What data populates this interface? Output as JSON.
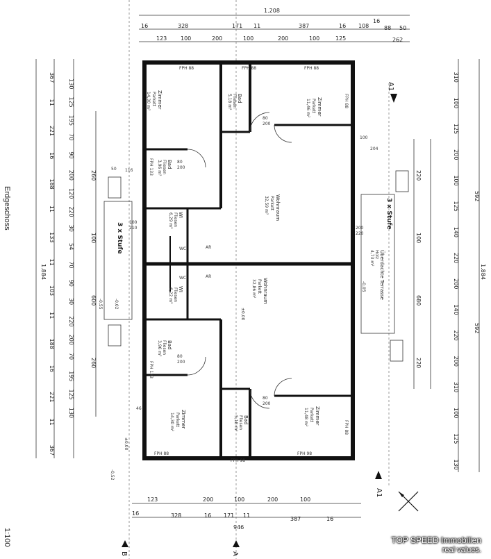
{
  "floor": {
    "name": "Erdgeschoss",
    "scale": "1:100"
  },
  "brand": {
    "line1": "TOP SPEED Immobilien",
    "line2": "real values."
  },
  "dims": {
    "top_total": "1.208",
    "top_row1": [
      "16",
      "328",
      "171",
      "11",
      "387",
      "16",
      "108",
      "16",
      "88",
      "50"
    ],
    "top_row2": [
      "123",
      "100",
      "200",
      "100",
      "200",
      "100",
      "125",
      "262"
    ],
    "bottom_row1": [
      "123",
      "200",
      "100",
      "200",
      "100"
    ],
    "bottom_row2": [
      "16",
      "328",
      "16",
      "171",
      "11",
      "387",
      "16"
    ],
    "bottom_total": "946",
    "left_col1": [
      "367",
      "11",
      "221",
      "16",
      "188",
      "11",
      "133",
      "11",
      "103",
      "11",
      "188",
      "16",
      "221",
      "11",
      "367"
    ],
    "left_col2": [
      "130",
      "125",
      "195",
      "70",
      "90",
      "200",
      "120",
      "220",
      "30",
      "54",
      "70",
      "90",
      "30",
      "220",
      "200",
      "70",
      "195",
      "125",
      "130"
    ],
    "left_col3": [
      "260",
      "100",
      "600",
      "260"
    ],
    "left_total": "1.884",
    "right_col1": [
      "310",
      "100",
      "125",
      "200",
      "100",
      "125",
      "140",
      "220",
      "200",
      "140",
      "220",
      "200",
      "310",
      "100",
      "125",
      "130"
    ],
    "right_col2": [
      "220",
      "100",
      "680",
      "220"
    ],
    "right_col3": [
      "592",
      "592"
    ],
    "right_total": "1.884"
  },
  "rooms": [
    {
      "name": "Zimmer",
      "sub": "Parkett",
      "area": "14,30 m²"
    },
    {
      "name": "Bad",
      "sub": "Fliesen",
      "area": "5,18 m²"
    },
    {
      "name": "Zimmer",
      "sub": "Parkett",
      "area": "11,46 m²"
    },
    {
      "name": "Bad",
      "sub": "Fliesen",
      "area": "3,96 m²"
    },
    {
      "name": "Wohnraum",
      "sub": "Parkett",
      "area": "32,59 m²"
    },
    {
      "name": "Wohnraum",
      "sub": "Parkett",
      "area": "32,86 m²"
    },
    {
      "name": "WI",
      "sub": "Fliesen",
      "area": "6,29 m²"
    },
    {
      "name": "WI",
      "sub": "Fliesen",
      "area": "6,22 m²"
    },
    {
      "name": "Bad",
      "sub": "Fliesen",
      "area": "3,96 m²"
    },
    {
      "name": "Zimmer",
      "sub": "Parkett",
      "area": "14,30 m²"
    },
    {
      "name": "Bad",
      "sub": "Fliesen",
      "area": "5,18 m²"
    },
    {
      "name": "Zimmer",
      "sub": "Parkett",
      "area": "11,48 m²"
    },
    {
      "name": "Überdachte Terrasse",
      "sub": "Holz",
      "area": "4,73 m²"
    }
  ],
  "labels": {
    "stufe_left": "3 x Stufe",
    "stufe_right": "3 x Stufe",
    "section_a1_top": "A1",
    "section_a1_bottom": "A1",
    "section_b": "B",
    "section_a": "A",
    "levels": [
      "±0,00",
      "-0,05",
      "-0,55",
      "-0,52",
      "-0,02",
      "±0,00"
    ],
    "doors": [
      "80",
      "200",
      "80",
      "200",
      "80",
      "200",
      "80",
      "200"
    ],
    "windows": [
      "FPH 88",
      "FPH 88",
      "FPH 88",
      "FPH 88",
      "FPH 98",
      "FPH 98",
      "FPH 133",
      "FPH 133",
      "FPH 88",
      "FPH 88"
    ],
    "misc": [
      "50",
      "116",
      "100",
      "210",
      "100",
      "204",
      "200",
      "220",
      "AR",
      "AR",
      "WC",
      "WC",
      "46"
    ]
  }
}
